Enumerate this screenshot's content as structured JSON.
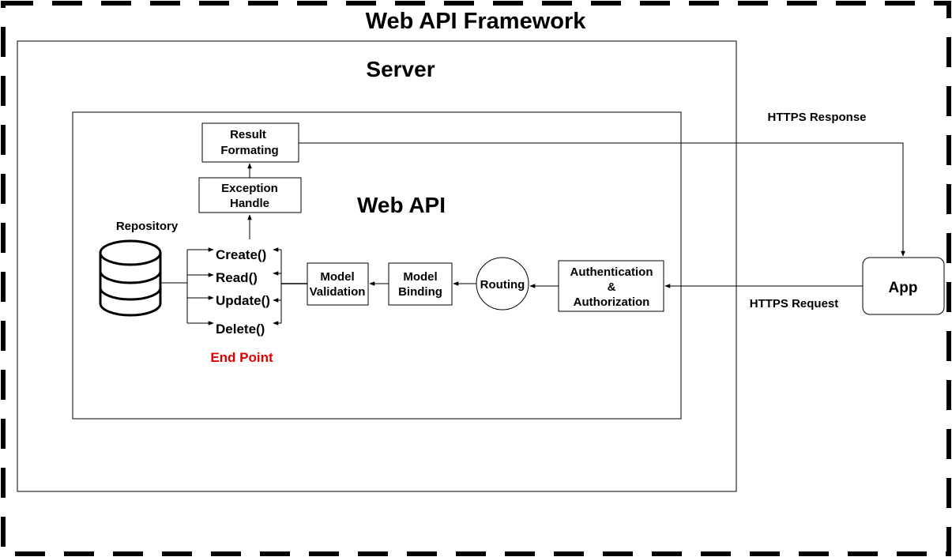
{
  "title": "Web API Framework",
  "server": {
    "label": "Server"
  },
  "web_api": {
    "label": "Web API"
  },
  "nodes": {
    "result_formatting": [
      "Result",
      "Formating"
    ],
    "exception_handle": [
      "Exception",
      "Handle"
    ],
    "repository": "Repository",
    "model_validation": [
      "Model",
      "Validation"
    ],
    "model_binding": [
      "Model",
      "Binding"
    ],
    "routing": "Routing",
    "auth": [
      "Authentication",
      "&",
      "Authorization"
    ],
    "app": "App"
  },
  "endpoint": {
    "methods": [
      "Create()",
      "Read()",
      "Update()",
      "Delete()"
    ],
    "label": "End Point"
  },
  "edges": {
    "response": "HTTPS Response",
    "request": "HTTPS Request"
  },
  "colors": {
    "line": "#000000",
    "endpoint_label": "#e00000",
    "background": "#ffffff"
  }
}
